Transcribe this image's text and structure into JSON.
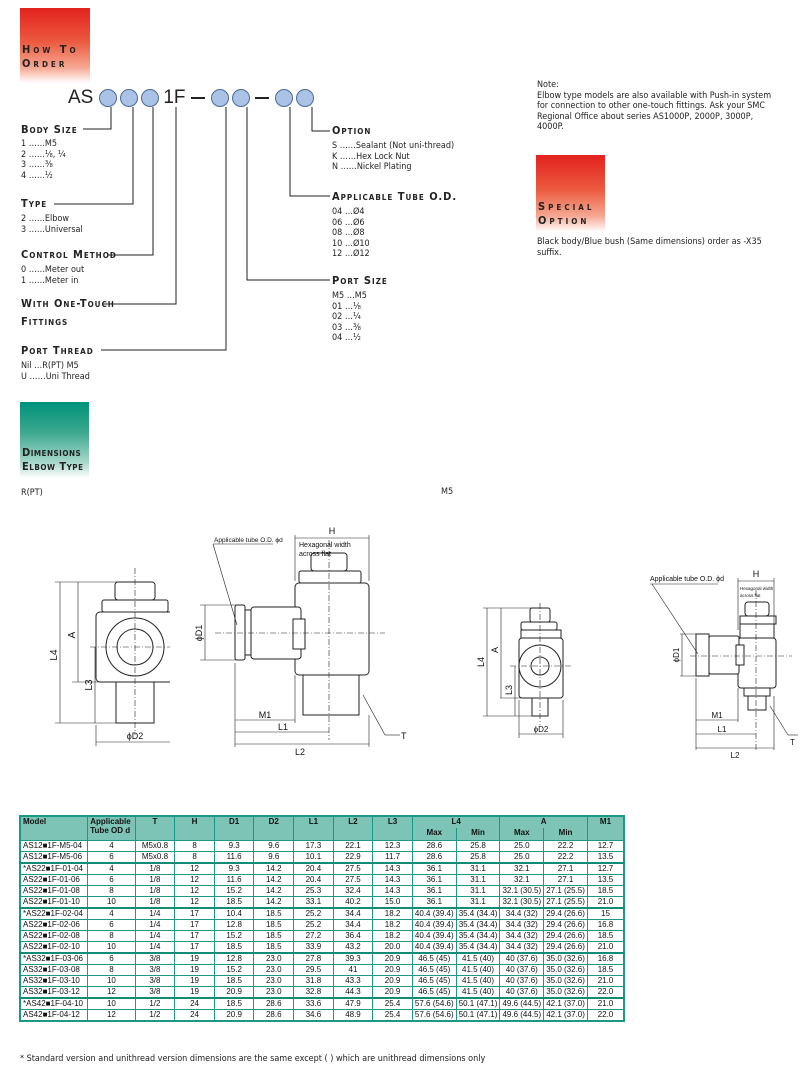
{
  "how_to_order": {
    "heading_line1": "How To",
    "heading_line2": "Order",
    "code": {
      "prefix": "AS",
      "middle": "1F",
      "circle_color": "#a9c2e6"
    },
    "body_size": {
      "title": "Body Size",
      "items": [
        "1 ……M5",
        "2 ……¹⁄₈, ¹⁄₄",
        "3 ……³⁄₈",
        "4 ……¹⁄₂"
      ]
    },
    "type": {
      "title": "Type",
      "items": [
        "2 ……Elbow",
        "3 ……Universal"
      ]
    },
    "control_method": {
      "title": "Control Method",
      "items": [
        "0 ……Meter out",
        "1 ……Meter in"
      ]
    },
    "one_touch": {
      "title_line1": "With One-Touch",
      "title_line2": "Fittings"
    },
    "port_thread": {
      "title": "Port Thread",
      "items": [
        "Nil …R(PT) M5",
        "U ……Uni Thread"
      ]
    },
    "option": {
      "title": "Option",
      "items": [
        "S ……Sealant (Not uni-thread)",
        "K ……Hex Lock Nut",
        "N ……Nickel Plating"
      ]
    },
    "tube_od": {
      "title": "Applicable Tube O.D.",
      "items": [
        "04 …Ø4",
        "06 …Ø6",
        "08 …Ø8",
        "10 …Ø10",
        "12 …Ø12"
      ]
    },
    "port_size": {
      "title": "Port Size",
      "items": [
        "M5 …M5",
        "01 …¹⁄₈",
        "02 …¹⁄₄",
        "03 …³⁄₈",
        "04 …¹⁄₂"
      ]
    }
  },
  "note": {
    "label": "Note:",
    "text": "Elbow type models are also available with Push-in system for connection to other one-touch fittings. Ask your SMC Regional Office about series AS1000P, 2000P, 3000P, 4000P."
  },
  "special_option": {
    "heading_line1": "Special",
    "heading_line2": "Option",
    "text": "Black body/Blue bush (Same dimensions) order as -X35 suffix."
  },
  "dimensions": {
    "heading_line1": "Dimensions",
    "heading_line2": "Elbow Type",
    "label_rpt": "R(PT)",
    "label_m5": "M5",
    "drawing_labels": {
      "L4": "L4",
      "A": "A",
      "L3": "L3",
      "D2": "ϕD2",
      "D1": "ϕD1",
      "M1": "M1",
      "L1": "L1",
      "L2": "L2",
      "T": "T",
      "H": "H",
      "tube_od": "Applicable tube O.D. ϕd",
      "hex_line1": "Hexagonal width",
      "hex_line2": "across flat"
    }
  },
  "table": {
    "headers": {
      "model": "Model",
      "tube_od_1": "Applicable",
      "tube_od_2": "Tube OD d",
      "T": "T",
      "H": "H",
      "D1": "D1",
      "D2": "D2",
      "L1": "L1",
      "L2": "L2",
      "L3": "L3",
      "L4": "L4",
      "A": "A",
      "max": "Max",
      "min": "Min",
      "M1": "M1"
    },
    "rows": [
      {
        "model": "AS12■1F-M5-04",
        "d": "4",
        "T": "M5x0.8",
        "H": "8",
        "D1": "9.3",
        "D2": "9.6",
        "L1": "17.3",
        "L2": "22.1",
        "L3": "12.3",
        "L4max": "28.6",
        "L4min": "25.8",
        "Amax": "25.0",
        "Amin": "22.2",
        "M1": "12.7",
        "grp": true
      },
      {
        "model": "AS12■1F-M5-06",
        "d": "6",
        "T": "M5x0.8",
        "H": "8",
        "D1": "11.6",
        "D2": "9.6",
        "L1": "10.1",
        "L2": "22.9",
        "L3": "11.7",
        "L4max": "28.6",
        "L4min": "25.8",
        "Amax": "25.0",
        "Amin": "22.2",
        "M1": "13.5",
        "grp": false
      },
      {
        "model": "*AS22■1F-01-04",
        "d": "4",
        "T": "1/8",
        "H": "12",
        "D1": "9.3",
        "D2": "14.2",
        "L1": "20.4",
        "L2": "27.5",
        "L3": "14.3",
        "L4max": "36.1",
        "L4min": "31.1",
        "Amax": "32.1",
        "Amin": "27.1",
        "M1": "12.7",
        "grp": true
      },
      {
        "model": "AS22■1F-01-06",
        "d": "6",
        "T": "1/8",
        "H": "12",
        "D1": "11.6",
        "D2": "14.2",
        "L1": "20.4",
        "L2": "27.5",
        "L3": "14.3",
        "L4max": "36.1",
        "L4min": "31.1",
        "Amax": "32.1",
        "Amin": "27.1",
        "M1": "13.5",
        "grp": false
      },
      {
        "model": "AS22■1F-01-08",
        "d": "8",
        "T": "1/8",
        "H": "12",
        "D1": "15.2",
        "D2": "14.2",
        "L1": "25.3",
        "L2": "32.4",
        "L3": "14.3",
        "L4max": "36.1",
        "L4min": "31.1",
        "Amax": "32.1 (30.5)",
        "Amin": "27.1 (25.5)",
        "M1": "18.5",
        "grp": false
      },
      {
        "model": "AS22■1F-01-10",
        "d": "10",
        "T": "1/8",
        "H": "12",
        "D1": "18.5",
        "D2": "14.2",
        "L1": "33.1",
        "L2": "40.2",
        "L3": "15.0",
        "L4max": "36.1",
        "L4min": "31.1",
        "Amax": "32.1 (30.5)",
        "Amin": "27.1 (25.5)",
        "M1": "21.0",
        "grp": false
      },
      {
        "model": "*AS22■1F-02-04",
        "d": "4",
        "T": "1/4",
        "H": "17",
        "D1": "10.4",
        "D2": "18.5",
        "L1": "25.2",
        "L2": "34.4",
        "L3": "18.2",
        "L4max": "40.4 (39.4)",
        "L4min": "35.4 (34.4)",
        "Amax": "34.4 (32)",
        "Amin": "29.4 (26.6)",
        "M1": "15",
        "grp": true
      },
      {
        "model": "AS22■1F-02-06",
        "d": "6",
        "T": "1/4",
        "H": "17",
        "D1": "12.8",
        "D2": "18.5",
        "L1": "25.2",
        "L2": "34.4",
        "L3": "18.2",
        "L4max": "40.4 (39.4)",
        "L4min": "35.4 (34.4)",
        "Amax": "34.4 (32)",
        "Amin": "29.4 (26.6)",
        "M1": "16.8",
        "grp": false
      },
      {
        "model": "AS22■1F-02-08",
        "d": "8",
        "T": "1/4",
        "H": "17",
        "D1": "15.2",
        "D2": "18.5",
        "L1": "27.2",
        "L2": "36.4",
        "L3": "18.2",
        "L4max": "40.4 (39.4)",
        "L4min": "35.4 (34.4)",
        "Amax": "34.4 (32)",
        "Amin": "29.4 (26.6)",
        "M1": "18.5",
        "grp": false
      },
      {
        "model": "AS22■1F-02-10",
        "d": "10",
        "T": "1/4",
        "H": "17",
        "D1": "18.5",
        "D2": "18.5",
        "L1": "33.9",
        "L2": "43.2",
        "L3": "20.0",
        "L4max": "40.4 (39.4)",
        "L4min": "35.4 (34.4)",
        "Amax": "34.4 (32)",
        "Amin": "29.4 (26.6)",
        "M1": "21.0",
        "grp": false
      },
      {
        "model": "*AS32■1F-03-06",
        "d": "6",
        "T": "3/8",
        "H": "19",
        "D1": "12.8",
        "D2": "23.0",
        "L1": "27.8",
        "L2": "39.3",
        "L3": "20.9",
        "L4max": "46.5 (45)",
        "L4min": "41.5 (40)",
        "Amax": "40 (37.6)",
        "Amin": "35.0 (32.6)",
        "M1": "16.8",
        "grp": true
      },
      {
        "model": "AS32■1F-03-08",
        "d": "8",
        "T": "3/8",
        "H": "19",
        "D1": "15.2",
        "D2": "23.0",
        "L1": "29.5",
        "L2": "41",
        "L3": "20.9",
        "L4max": "46.5 (45)",
        "L4min": "41.5 (40)",
        "Amax": "40 (37.6)",
        "Amin": "35.0 (32.6)",
        "M1": "18.5",
        "grp": false
      },
      {
        "model": "AS32■1F-03-10",
        "d": "10",
        "T": "3/8",
        "H": "19",
        "D1": "18.5",
        "D2": "23.0",
        "L1": "31.8",
        "L2": "43.3",
        "L3": "20.9",
        "L4max": "46.5 (45)",
        "L4min": "41.5 (40)",
        "Amax": "40 (37.6)",
        "Amin": "35.0 (32.6)",
        "M1": "21.0",
        "grp": false
      },
      {
        "model": "AS32■1F-03-12",
        "d": "12",
        "T": "3/8",
        "H": "19",
        "D1": "20.9",
        "D2": "23.0",
        "L1": "32.8",
        "L2": "44.3",
        "L3": "20.9",
        "L4max": "46.5 (45)",
        "L4min": "41.5 (40)",
        "Amax": "40 (37.6)",
        "Amin": "35.0 (32.6)",
        "M1": "22.0",
        "grp": false
      },
      {
        "model": "*AS42■1F-04-10",
        "d": "10",
        "T": "1/2",
        "H": "24",
        "D1": "18.5",
        "D2": "28.6",
        "L1": "33.6",
        "L2": "47.9",
        "L3": "25.4",
        "L4max": "57.6 (54.6)",
        "L4min": "50.1 (47.1)",
        "Amax": "49.6 (44.5)",
        "Amin": "42.1 (37.0)",
        "M1": "21.0",
        "grp": true
      },
      {
        "model": "AS42■1F-04-12",
        "d": "12",
        "T": "1/2",
        "H": "24",
        "D1": "20.9",
        "D2": "28.6",
        "L1": "34.6",
        "L2": "48.9",
        "L3": "25.4",
        "L4max": "57.6 (54.6)",
        "L4min": "50.1 (47.1)",
        "Amax": "49.6 (44.5)",
        "Amin": "42.1 (37.0)",
        "M1": "22.0",
        "grp": false
      }
    ],
    "footnote": "* Standard version and unithread version dimensions are the same except ( ) which are unithread dimensions only"
  }
}
